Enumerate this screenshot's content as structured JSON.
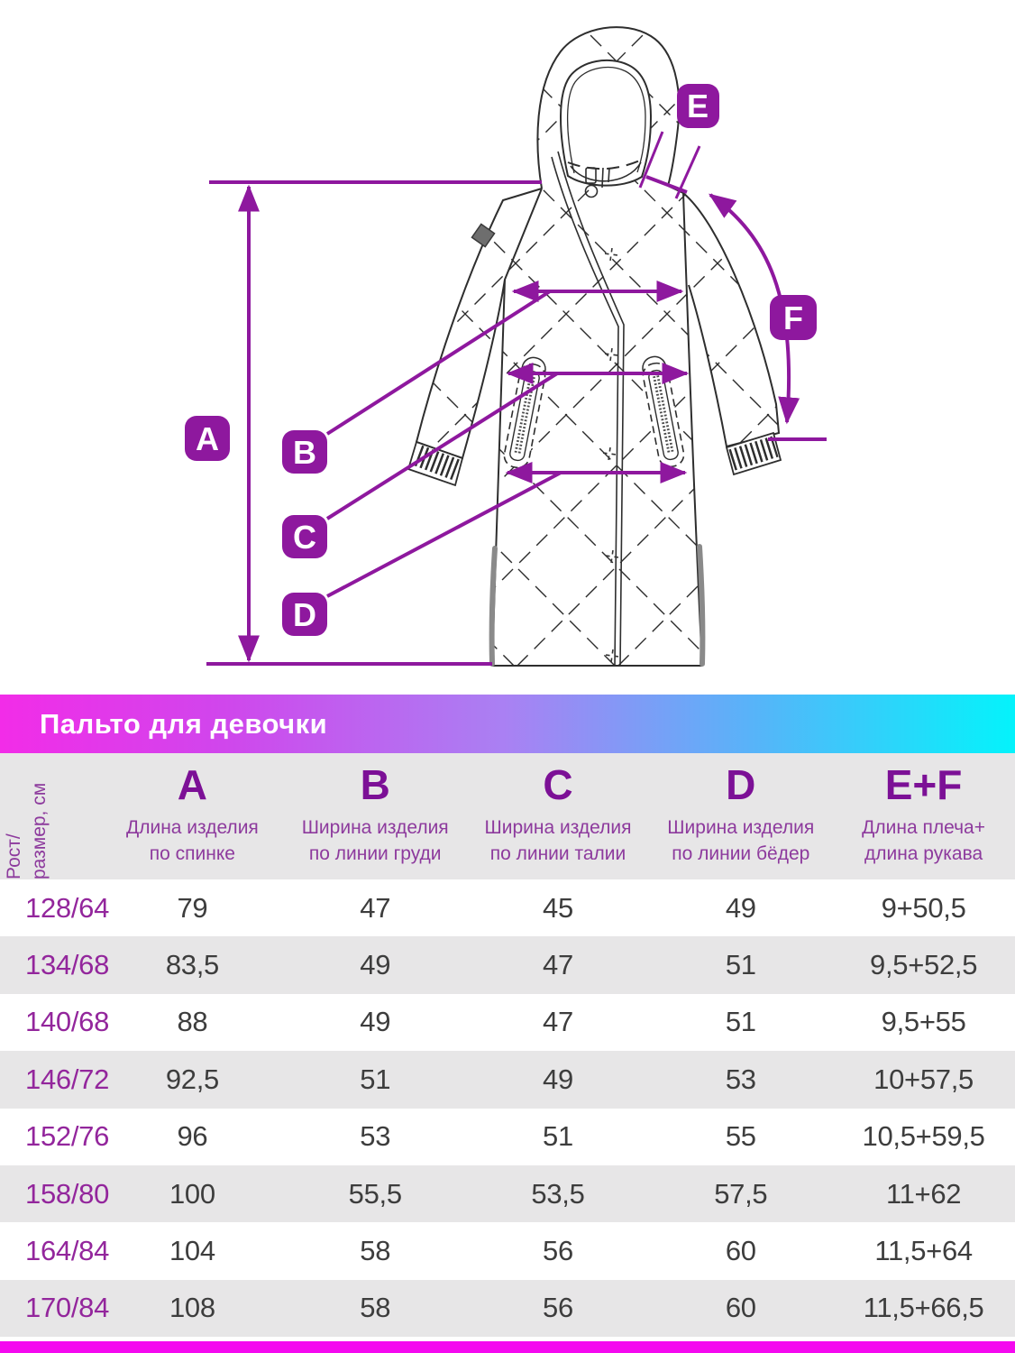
{
  "banner": {
    "title": "Пальто для девочки"
  },
  "diagram": {
    "description": "technical sketch of girls quilted hooded coat with measurement arrows",
    "labels": {
      "a": "A",
      "b": "B",
      "c": "C",
      "d": "D",
      "e": "E",
      "f": "F"
    }
  },
  "table": {
    "size_label_line1": "Рост/",
    "size_label_line2": "размер, см",
    "columns": [
      {
        "letter": "A",
        "desc1": "Длина изделия",
        "desc2": "по спинке"
      },
      {
        "letter": "B",
        "desc1": "Ширина изделия",
        "desc2": "по линии груди"
      },
      {
        "letter": "C",
        "desc1": "Ширина изделия",
        "desc2": "по линии талии"
      },
      {
        "letter": "D",
        "desc1": "Ширина изделия",
        "desc2": "по линии бёдер"
      },
      {
        "letter": "E+F",
        "desc1": "Длина плеча+",
        "desc2": "длина рукава"
      }
    ],
    "rows": [
      {
        "size": "128/64",
        "a": "79",
        "b": "47",
        "c": "45",
        "d": "49",
        "ef": "9+50,5"
      },
      {
        "size": "134/68",
        "a": "83,5",
        "b": "49",
        "c": "47",
        "d": "51",
        "ef": "9,5+52,5"
      },
      {
        "size": "140/68",
        "a": "88",
        "b": "49",
        "c": "47",
        "d": "51",
        "ef": "9,5+55"
      },
      {
        "size": "146/72",
        "a": "92,5",
        "b": "51",
        "c": "49",
        "d": "53",
        "ef": "10+57,5"
      },
      {
        "size": "152/76",
        "a": "96",
        "b": "53",
        "c": "51",
        "d": "55",
        "ef": "10,5+59,5"
      },
      {
        "size": "158/80",
        "a": "100",
        "b": "55,5",
        "c": "53,5",
        "d": "57,5",
        "ef": "11+62"
      },
      {
        "size": "164/84",
        "a": "104",
        "b": "58",
        "c": "56",
        "d": "60",
        "ef": "11,5+64"
      },
      {
        "size": "170/84",
        "a": "108",
        "b": "58",
        "c": "56",
        "d": "60",
        "ef": "11,5+66,5"
      }
    ]
  },
  "colors": {
    "annotation_purple": "#8e189e",
    "header_letter_purple": "#7c1096",
    "table_text_purple": "#93269c",
    "table_text_dark": "#3d3d3d",
    "row_gray": "#e7e6e7",
    "banner_gradient_left": "#f22ce8",
    "banner_gradient_right": "#04f3fb",
    "footer_magenta": "#f409ef"
  }
}
